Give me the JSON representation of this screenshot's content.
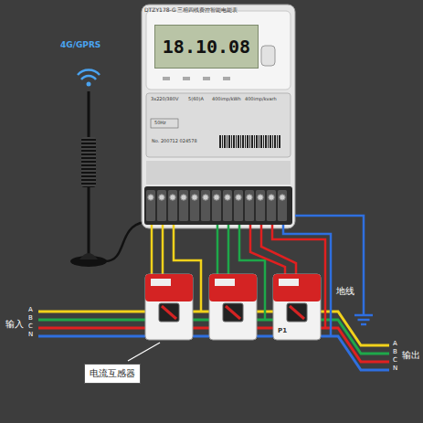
{
  "diagram": {
    "nodes": [
      {
        "text": [
          "DTZY178-G 三相四线费控智能电能表"
        ]
      },
      {
        "text": [
          "18.10.08"
        ],
        "in": 0
      },
      {
        "text": [
          "电流互感器"
        ]
      }
    ],
    "labels": [
      "4G/GPRS",
      "3x220/380V",
      "5(60)A",
      "400imp/kWh",
      "400imp/kvarh",
      "50Hz",
      "No. 200712 024578",
      "输入",
      "A",
      "B",
      "C",
      "N",
      "地线",
      "A",
      "B",
      "C",
      "N",
      "输出",
      "P1"
    ]
  }
}
